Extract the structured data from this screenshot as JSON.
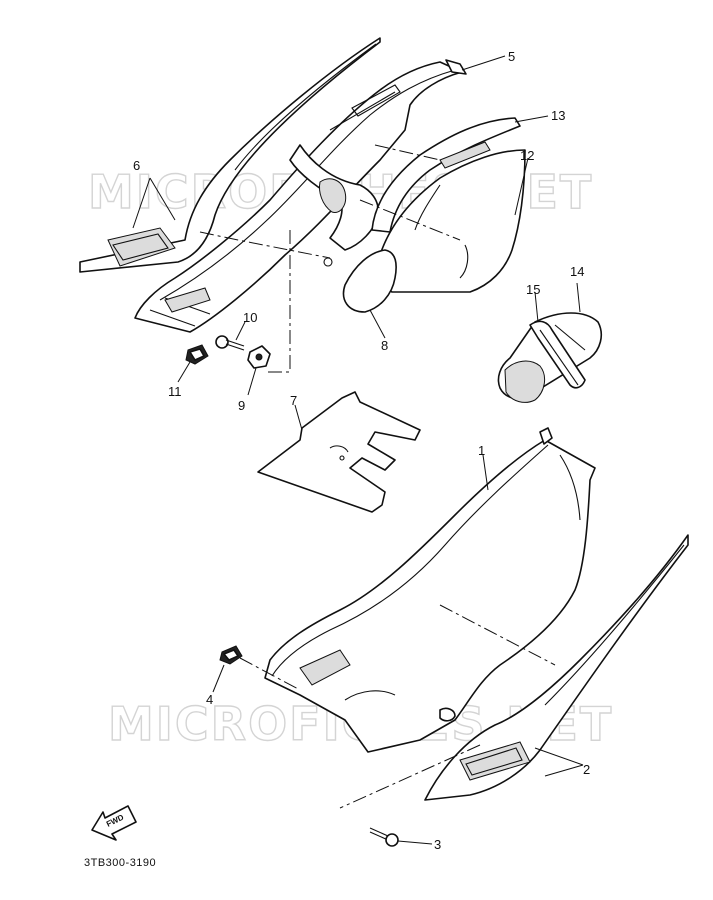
{
  "watermark": {
    "top": "MICROFICHES.NET",
    "bottom": "MICROFICHES.NET"
  },
  "diagram_code": "3TB300-3190",
  "forward_arrow_label": "FWD",
  "callouts": {
    "c1": "1",
    "c2": "2",
    "c3": "3",
    "c4": "4",
    "c5": "5",
    "c6": "6",
    "c7": "7",
    "c8": "8",
    "c9": "9",
    "c10": "10",
    "c11": "11",
    "c12": "12",
    "c13": "13",
    "c14": "14",
    "c15": "15"
  }
}
